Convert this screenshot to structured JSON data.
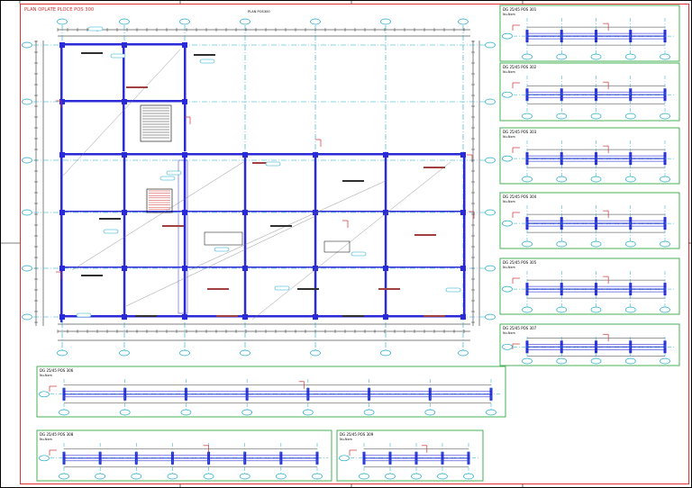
{
  "sheet": {
    "main_title": "PLAN OPLATE PLOCE POS 300",
    "plan_label": "PLAN POS300"
  },
  "details": [
    {
      "id": "d301",
      "title": "DG 25/45 POS 301",
      "subtitle": "Nu-Nxm"
    },
    {
      "id": "d302",
      "title": "DG 25/45 POS 302",
      "subtitle": "Nu-Nxm"
    },
    {
      "id": "d303",
      "title": "DG 25/45 POS 303",
      "subtitle": "Nu-Nxm"
    },
    {
      "id": "d304",
      "title": "DG 25/45 POS 304",
      "subtitle": "Nu-Nxm"
    },
    {
      "id": "d305",
      "title": "DG 25/45 POS 305",
      "subtitle": "Nu-Nxm"
    },
    {
      "id": "d307",
      "title": "DG 25/45 POS 307",
      "subtitle": "Nu-Nxm"
    },
    {
      "id": "d306",
      "title": "DG 25/45 POS 306",
      "subtitle": "Nu-Nxm"
    },
    {
      "id": "d308",
      "title": "DG 25/45 POS 308",
      "subtitle": "Nu-Nxm"
    },
    {
      "id": "d309",
      "title": "DG 25/45 POS 309",
      "subtitle": "Nu-Nxm"
    }
  ],
  "colors": {
    "frame": "#e03030",
    "detail_frame": "#33a845",
    "structure": "#2a2ad8",
    "axis": "#19a9c9",
    "bubble": "#19a9c9",
    "dim": "#000000",
    "annotation": "#d03030"
  }
}
